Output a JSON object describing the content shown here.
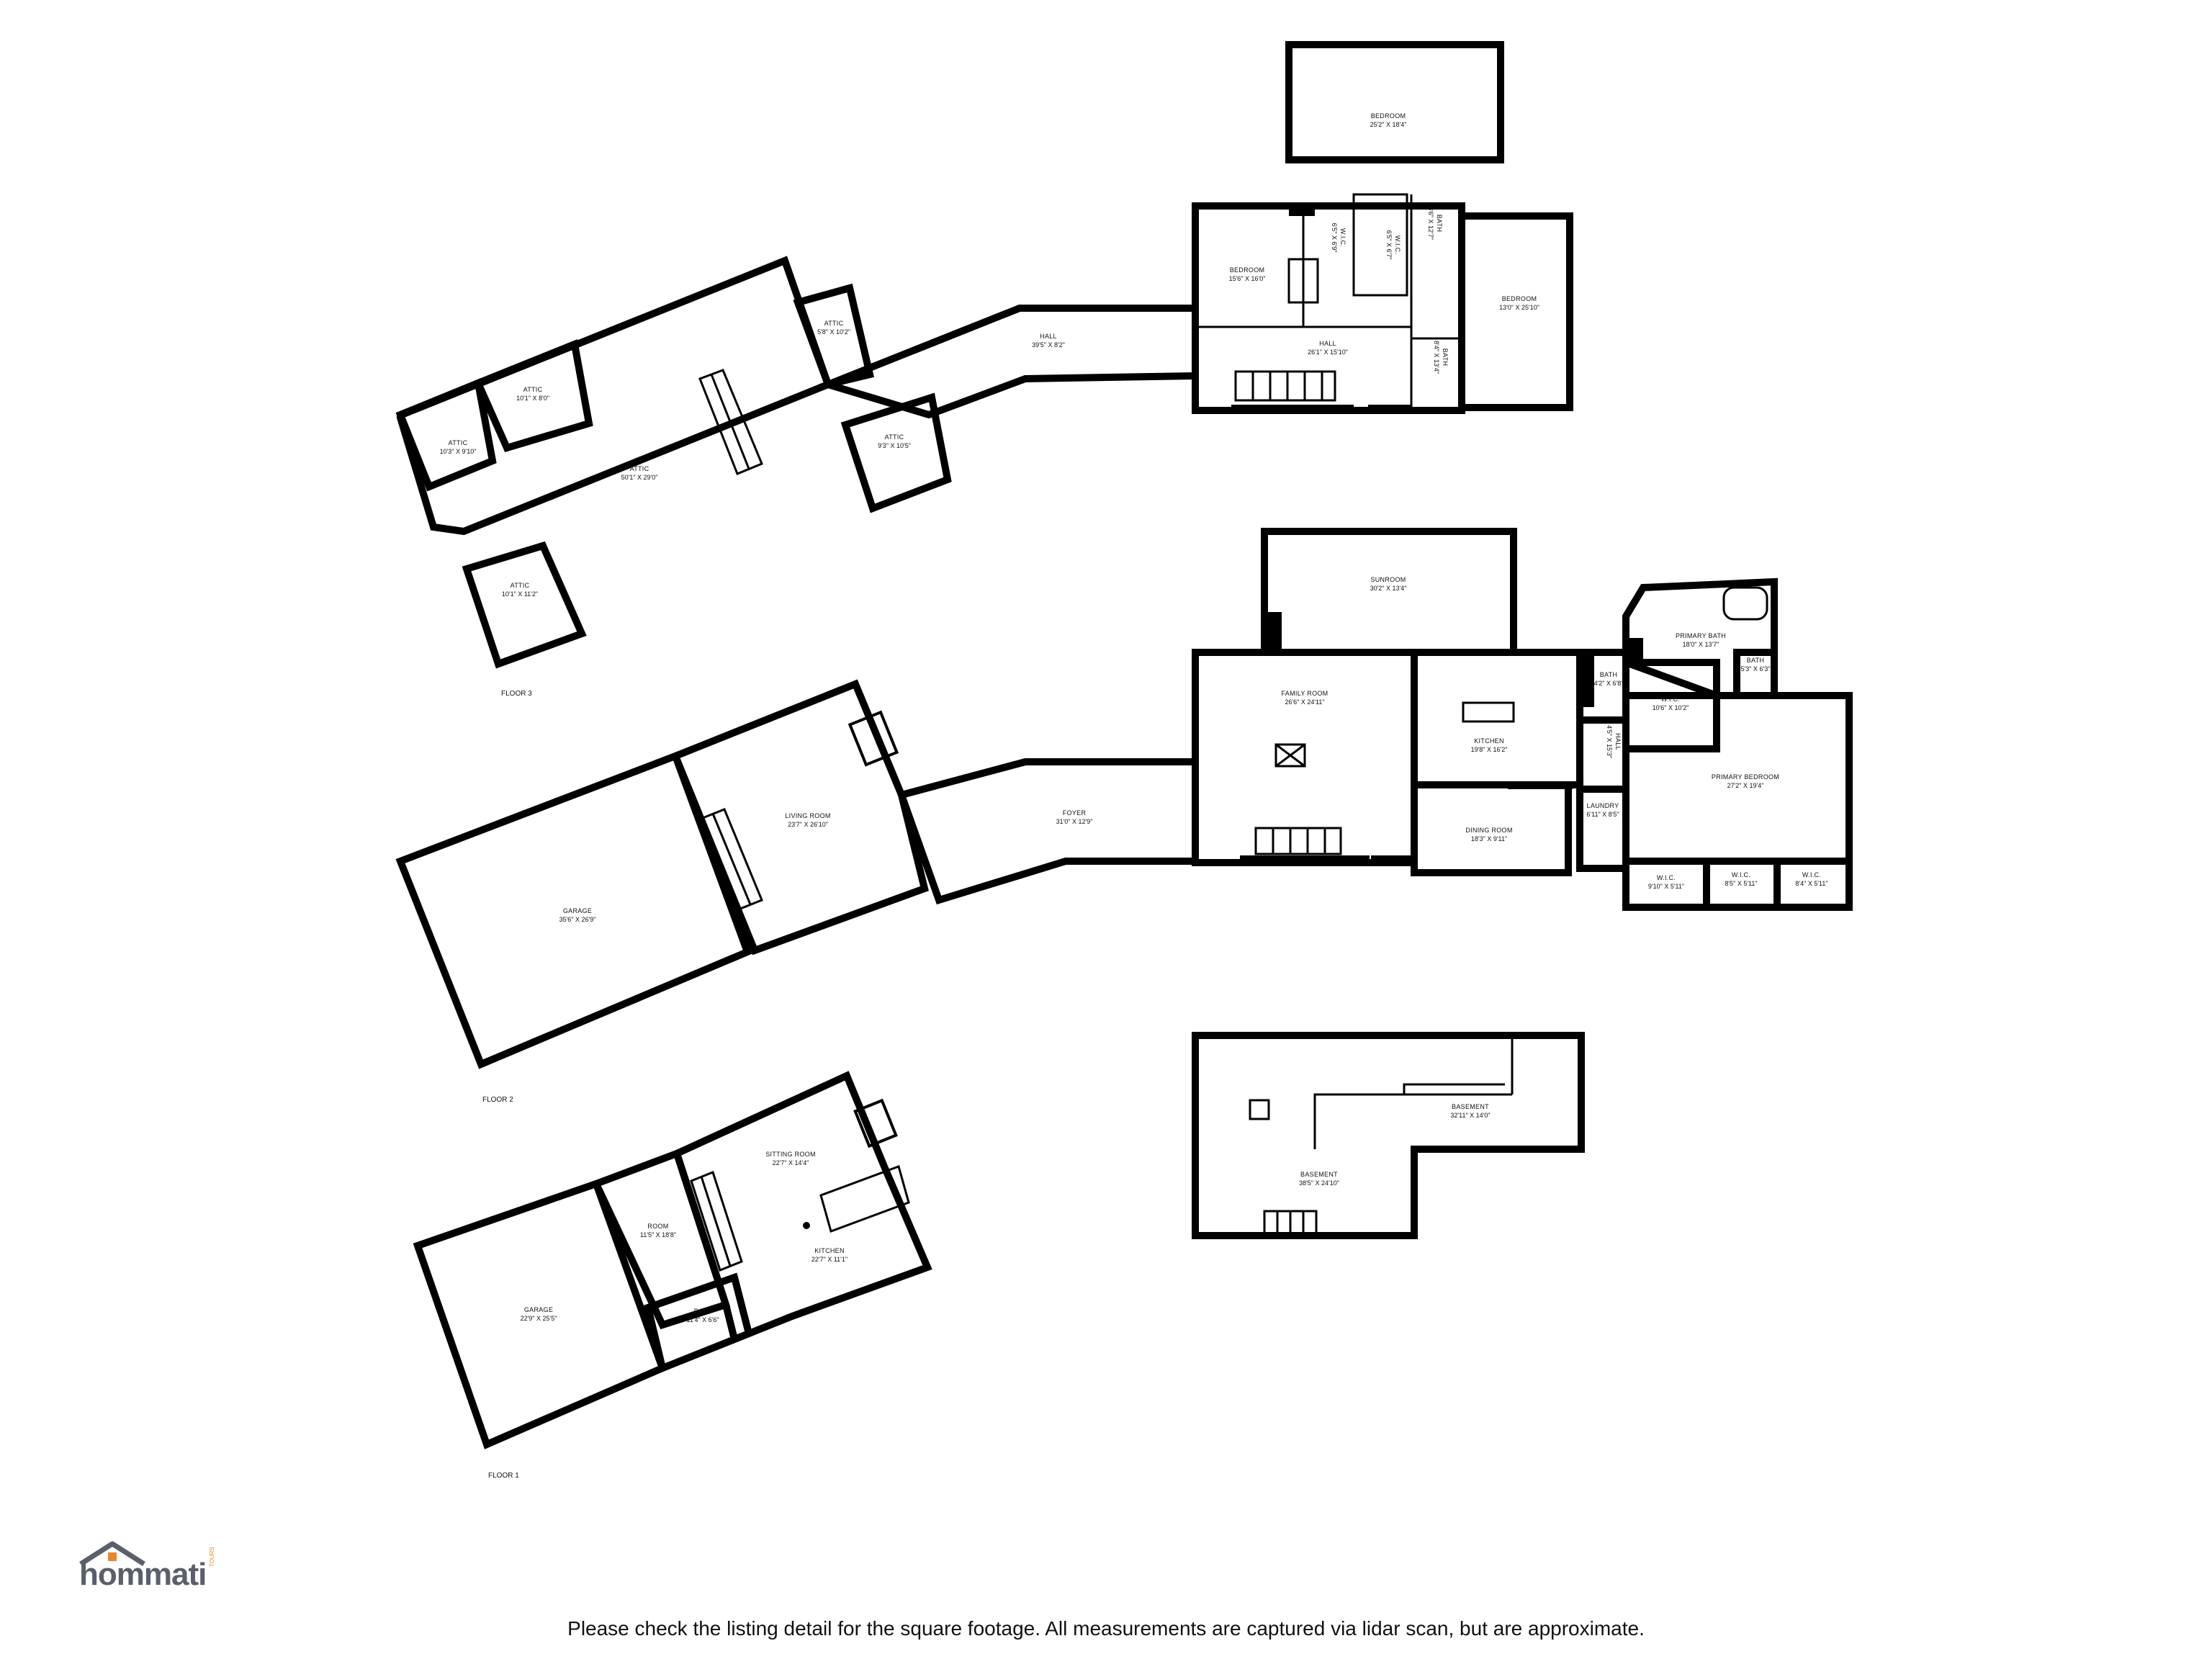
{
  "floors": [
    {
      "id": "floor3",
      "label": "FLOOR 3"
    },
    {
      "id": "floor2",
      "label": "FLOOR 2"
    },
    {
      "id": "floor1",
      "label": "FLOOR 1"
    }
  ],
  "rooms": {
    "f3_bedroom_top": {
      "name": "BEDROOM",
      "dim": "25'2\" X 18'4\""
    },
    "f3_bedroom_left": {
      "name": "BEDROOM",
      "dim": "15'6\" X 16'0\""
    },
    "f3_bedroom_right": {
      "name": "BEDROOM",
      "dim": "13'0\" X 25'10\""
    },
    "f3_hall_main": {
      "name": "HALL",
      "dim": "26'1\" X 15'10\""
    },
    "f3_hall_long": {
      "name": "HALL",
      "dim": "39'5\" X 8'2\""
    },
    "f3_bath_a": {
      "name": "BATH",
      "dim": "8'6\" X 12'7\""
    },
    "f3_bath_b": {
      "name": "BATH",
      "dim": "8'4\" X 13'4\""
    },
    "f3_wic_a": {
      "name": "W.I.C.",
      "dim": "6'5\" X 6'9\""
    },
    "f3_wic_b": {
      "name": "W.I.C.",
      "dim": "6'5\" X 6'7\""
    },
    "f3_attic_main": {
      "name": "ATTIC",
      "dim": "50'1\" X 29'0\""
    },
    "f3_attic_a": {
      "name": "ATTIC",
      "dim": "10'3\" X 9'10\""
    },
    "f3_attic_b": {
      "name": "ATTIC",
      "dim": "10'1\" X 8'0\""
    },
    "f3_attic_c": {
      "name": "ATTIC",
      "dim": "5'8\" X 10'2\""
    },
    "f3_attic_d": {
      "name": "ATTIC",
      "dim": "9'3\" X 10'5\""
    },
    "f3_attic_e": {
      "name": "ATTIC",
      "dim": "10'1\" X 11'2\""
    },
    "f2_sunroom": {
      "name": "SUNROOM",
      "dim": "30'2\" X 13'4\""
    },
    "f2_family": {
      "name": "FAMILY ROOM",
      "dim": "26'6\" X 24'11\""
    },
    "f2_kitchen": {
      "name": "KITCHEN",
      "dim": "19'8\" X 16'2\""
    },
    "f2_dining": {
      "name": "DINING ROOM",
      "dim": "18'3\" X 9'11\""
    },
    "f2_laundry": {
      "name": "LAUNDRY",
      "dim": "6'11\" X 8'5\""
    },
    "f2_hall": {
      "name": "HALL",
      "dim": "4'5\" X 15'3\""
    },
    "f2_bath_a": {
      "name": "BATH",
      "dim": "4'2\" X 6'8\""
    },
    "f2_primary_bath": {
      "name": "PRIMARY BATH",
      "dim": "18'0\" X 13'7\""
    },
    "f2_bath_b": {
      "name": "BATH",
      "dim": "5'3\" X 6'3\""
    },
    "f2_wic_main": {
      "name": "W.I.C.",
      "dim": "10'6\" X 10'2\""
    },
    "f2_primary_bed": {
      "name": "PRIMARY BEDROOM",
      "dim": "27'2\" X 19'4\""
    },
    "f2_wic_a": {
      "name": "W.I.C.",
      "dim": "9'10\" X 5'11\""
    },
    "f2_wic_b": {
      "name": "W.I.C.",
      "dim": "8'5\" X 5'11\""
    },
    "f2_wic_c": {
      "name": "W.I.C.",
      "dim": "8'4\" X 5'11\""
    },
    "f2_foyer": {
      "name": "FOYER",
      "dim": "31'0\" X 12'9\""
    },
    "f2_living": {
      "name": "LIVING ROOM",
      "dim": "23'7\" X 26'10\""
    },
    "f2_garage": {
      "name": "GARAGE",
      "dim": "35'6\" X 26'9\""
    },
    "bs_basement_a": {
      "name": "BASEMENT",
      "dim": "32'11\" X 14'0\""
    },
    "bs_basement_b": {
      "name": "BASEMENT",
      "dim": "38'5\" X 24'10\""
    },
    "f1_sitting": {
      "name": "SITTING ROOM",
      "dim": "22'7\" X 14'4\""
    },
    "f1_kitchen": {
      "name": "KITCHEN",
      "dim": "22'7\" X 11'1\""
    },
    "f1_room": {
      "name": "ROOM",
      "dim": "11'5\" X 18'8\""
    },
    "f1_bath": {
      "name": "BATH",
      "dim": "11'4\" X 6'6\""
    },
    "f1_garage": {
      "name": "GARAGE",
      "dim": "22'9\" X 25'5\""
    }
  },
  "footer": {
    "disclaimer": "Please check the listing detail for the square footage. All measurements are captured via lidar scan, but are approximate.",
    "logo_text": "hommati",
    "logo_small": "TOURS"
  },
  "colors": {
    "wall": "#000000",
    "logo_gray": "#5a5f6b",
    "logo_orange": "#e8862e"
  }
}
